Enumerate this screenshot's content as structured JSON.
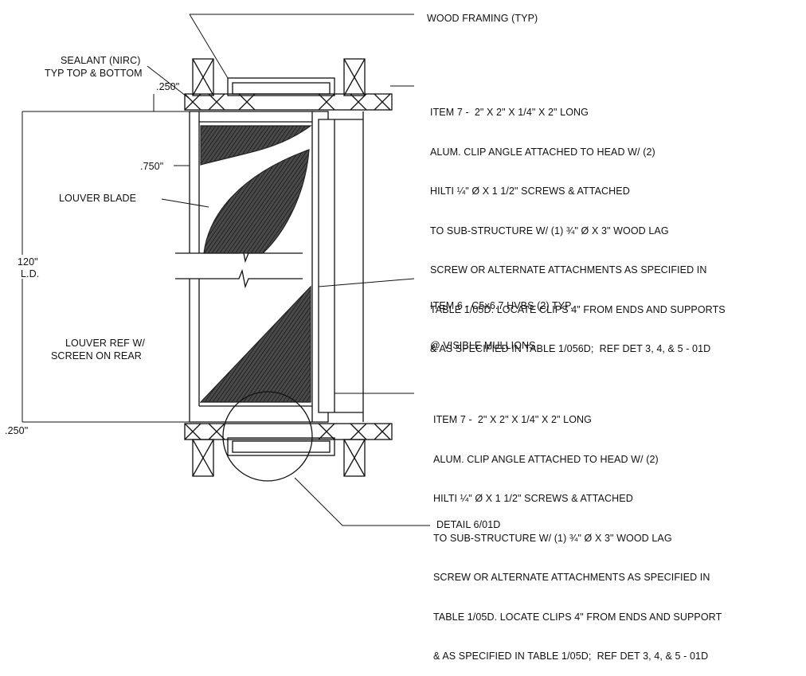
{
  "labels": {
    "wood_framing": "WOOD FRAMING (TYP)",
    "sealant_line1": "SEALANT (NIRC)",
    "sealant_line2": "TYP TOP & BOTTOM",
    "top_offset": ".250\"",
    "blade_offset": ".750\"",
    "louver_blade": "LOUVER BLADE",
    "overall_height": "120\"",
    "overall_height_unit": "L.D.",
    "louver_ref_line1": "LOUVER REF W/",
    "louver_ref_line2": "SCREEN ON REAR",
    "bottom_offset": ".250\"",
    "detail_ref": "DETAIL 6/01D"
  },
  "notes": {
    "head_clip": [
      "ITEM 7 -  2\" X 2\" X 1/4\" X 2\" LONG",
      "ALUM. CLIP ANGLE ATTACHED TO HEAD W/ (2)",
      "HILTI ¼\" Ø X 1 1/2\" SCREWS & ATTACHED",
      "TO SUB-STRUCTURE W/ (1) ¾\" Ø X 3\" WOOD LAG",
      "SCREW OR ALTERNATE ATTACHMENTS AS SPECIFIED IN",
      "TABLE 1/05D. LOCATE CLIPS 4\" FROM ENDS AND SUPPORTS",
      "& AS SPECIFIED IN TABLE 1/056D;  REF DET 3, 4, & 5 - 01D"
    ],
    "mullion": [
      "ITEM 6 - C5x6.7 HVBS (2) TYP.",
      "@ VISIBLE MULLIONS"
    ],
    "sill_clip": [
      "ITEM 7 -  2\" X 2\" X 1/4\" X 2\" LONG",
      "ALUM. CLIP ANGLE ATTACHED TO HEAD W/ (2)",
      "HILTI ¼\" Ø X 1 1/2\" SCREWS & ATTACHED",
      "TO SUB-STRUCTURE W/ (1) ¾\" Ø X 3\" WOOD LAG",
      "SCREW OR ALTERNATE ATTACHMENTS AS SPECIFIED IN",
      "TABLE 1/05D. LOCATE CLIPS 4\" FROM ENDS AND SUPPORT",
      "& AS SPECIFIED IN TABLE 1/05D;  REF DET 3, 4, & 5 - 01D"
    ]
  }
}
